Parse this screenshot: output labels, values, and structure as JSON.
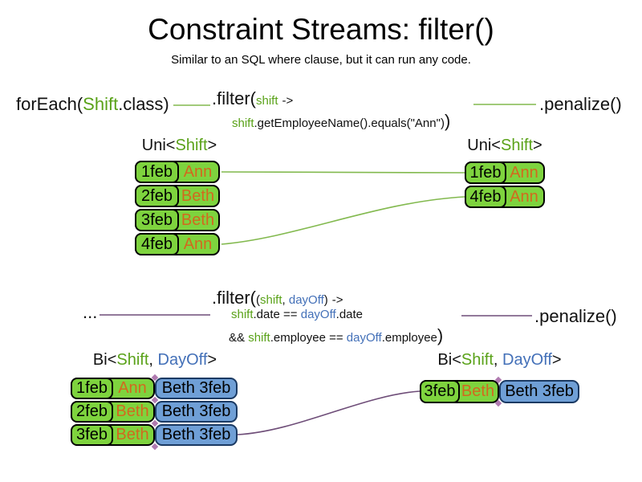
{
  "title": "Constraint Streams: filter()",
  "subtitle": "Similar to an SQL where clause, but it can run any code.",
  "colors": {
    "green_box_fill": "#7ed33e",
    "box_border": "#000000",
    "blue_box_fill": "#6f9fd6",
    "blue_box_border": "#1b3a63",
    "shift_green_text": "#5aa219",
    "dayoff_blue_text": "#4370b8",
    "name_orange_text": "#d2691e",
    "connector_green": "#82b94e",
    "connector_purple": "#6e4d78",
    "diamond_pink": "#b07ab0"
  },
  "code_top": {
    "foreach_pre": "forEach(",
    "foreach_class": "Shift",
    "foreach_post": ".class)",
    "filter_head": ".filter(",
    "filter_arg": "shift",
    "filter_arrow": "->",
    "body_var": "shift",
    "body_rest": ".getEmployeeName().equals(\"Ann\")",
    "body_close": ")",
    "penalize": ".penalize()"
  },
  "uni_left": {
    "pre": "Uni<",
    "type": "Shift",
    "post": ">"
  },
  "uni_right": {
    "pre": "Uni<",
    "type": "Shift",
    "post": ">"
  },
  "top_left_rows": [
    {
      "date": "1feb",
      "name": "Ann"
    },
    {
      "date": "2feb",
      "name": "Beth"
    },
    {
      "date": "3feb",
      "name": "Beth"
    },
    {
      "date": "4feb",
      "name": "Ann"
    }
  ],
  "top_right_rows": [
    {
      "date": "1feb",
      "name": "Ann"
    },
    {
      "date": "4feb",
      "name": "Ann"
    }
  ],
  "code_bottom": {
    "source": "...",
    "filter_head": ".filter(",
    "open_paren": "(",
    "arg1": "shift",
    "args_comma": ", ",
    "arg2": "dayOff",
    "close_paren": ")",
    "arrow": "->",
    "l2_var1": "shift",
    "l2_mid": ".date == ",
    "l2_var2": "dayOff",
    "l2_end": ".date",
    "l3_pre": "&& ",
    "l3_var1": "shift",
    "l3_mid": ".employee == ",
    "l3_var2": "dayOff",
    "l3_end": ".employee",
    "l3_close": ")",
    "penalize": ".penalize()"
  },
  "bi_left": {
    "pre": "Bi<",
    "type1": "Shift",
    "comma": ", ",
    "type2": "DayOff",
    "post": ">"
  },
  "bi_right": {
    "pre": "Bi<",
    "type1": "Shift",
    "comma": ", ",
    "type2": "DayOff",
    "post": ">"
  },
  "bottom_left_rows": [
    {
      "date": "1feb",
      "name": "Ann",
      "pair": "Beth 3feb"
    },
    {
      "date": "2feb",
      "name": "Beth",
      "pair": "Beth 3feb"
    },
    {
      "date": "3feb",
      "name": "Beth",
      "pair": "Beth 3feb"
    }
  ],
  "bottom_right_rows": [
    {
      "date": "3feb",
      "name": "Beth",
      "pair": "Beth 3feb"
    }
  ]
}
